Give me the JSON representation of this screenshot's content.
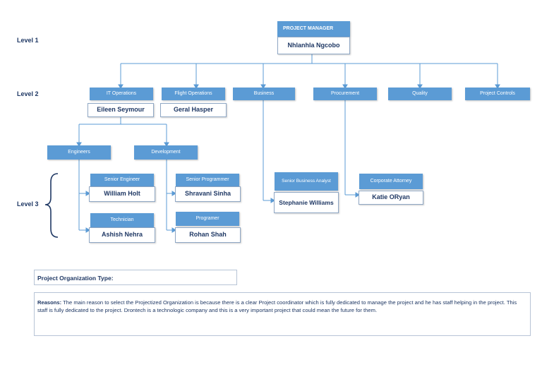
{
  "levels": {
    "level1": "Level 1",
    "level2": "Level 2",
    "level3": "Level 3"
  },
  "manager": {
    "title": "PROJECT MANAGER",
    "name": "Nhlanhla Ngcobo"
  },
  "departments": {
    "it_operations": {
      "title": "IT Operations",
      "name": "Eileen Seymour"
    },
    "flight_operations": {
      "title": "Flight Operations",
      "name": "Geral Hasper"
    },
    "business": {
      "title": "Business"
    },
    "procurement": {
      "title": "Procurement"
    },
    "quality": {
      "title": "Quality"
    },
    "project_controls": {
      "title": "Project Controls"
    }
  },
  "subgroups": {
    "engineers": "Engineers",
    "development": "Development"
  },
  "staff": {
    "senior_engineer": {
      "title": "Senior Engineer",
      "name": "William Holt"
    },
    "technician": {
      "title": "Technician",
      "name": "Ashish Nehra"
    },
    "senior_programmer": {
      "title": "Senior Programmer",
      "name": "Shravani Sinha"
    },
    "programmer": {
      "title": "Programer",
      "name": "Rohan Shah"
    },
    "senior_business_analyst": {
      "title": "Senior Business Analyst",
      "name": "Stephanie Williams"
    },
    "corporate_attorney": {
      "title": "Corporate Attorney",
      "name": "Katie ORyan"
    }
  },
  "organization_type": {
    "label": "Project Organization Type:"
  },
  "reasons": {
    "label": "Reasons:",
    "text": " The main reason to select the Projectized Organization is because there is a clear Project coordinator which is fully dedicated to manage the project and he has staff helping in the project. This staff is fully dedicated to the project. Drontech is a technologic company and this is a very important project that could mean the future for them."
  },
  "colors": {
    "box_fill": "#5b9bd5",
    "text": "#1f3864",
    "line": "#5b9bd5"
  }
}
